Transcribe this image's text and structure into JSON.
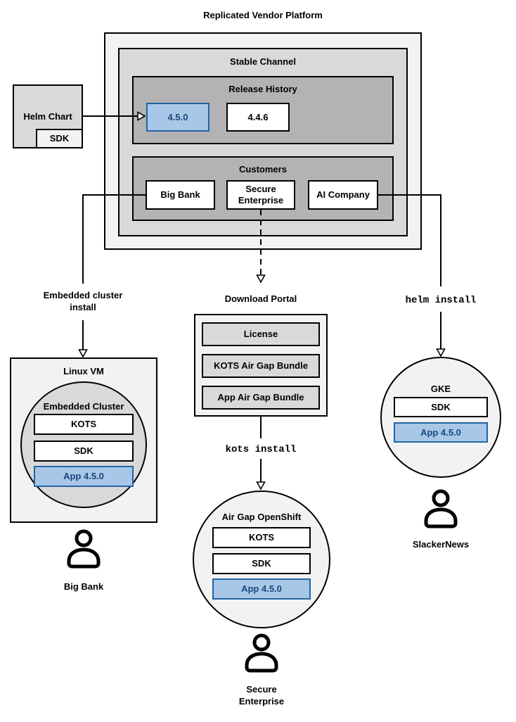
{
  "diagram": {
    "title": "Replicated Vendor Platform",
    "platform": {
      "stable_channel_label": "Stable Channel",
      "release_history_label": "Release History",
      "releases": [
        "4.5.0",
        "4.4.6"
      ],
      "highlighted_release": "4.5.0",
      "customers_label": "Customers",
      "customers": [
        "Big Bank",
        "Secure Enterprise",
        "AI Company"
      ]
    },
    "helm_chart": {
      "label": "Helm Chart",
      "sdk_label": "SDK"
    },
    "left_flow": {
      "edge_label": "Embedded cluster install",
      "vm_label": "Linux VM",
      "cluster_label": "Embedded Cluster",
      "stack": [
        "KOTS",
        "SDK",
        "App 4.5.0"
      ],
      "user": "Big Bank"
    },
    "middle_flow": {
      "portal_label": "Download Portal",
      "portal_items": [
        "License",
        "KOTS Air Gap Bundle",
        "App Air Gap Bundle"
      ],
      "command": "kots install",
      "cluster_label": "Air Gap OpenShift",
      "stack": [
        "KOTS",
        "SDK",
        "App 4.5.0"
      ],
      "user": "Secure Enterprise"
    },
    "right_flow": {
      "command": "helm install",
      "cluster_label": "GKE",
      "stack": [
        "SDK",
        "App 4.5.0"
      ],
      "user": "SlackerNews"
    },
    "colors": {
      "highlight_fill": "#a8c7e7",
      "highlight_border": "#2264a7",
      "highlight_text": "#17497c",
      "gray_light": "#f2f2f2",
      "gray_mid": "#d9d9d9",
      "gray_dark": "#b3b3b3",
      "line": "#000000"
    }
  }
}
